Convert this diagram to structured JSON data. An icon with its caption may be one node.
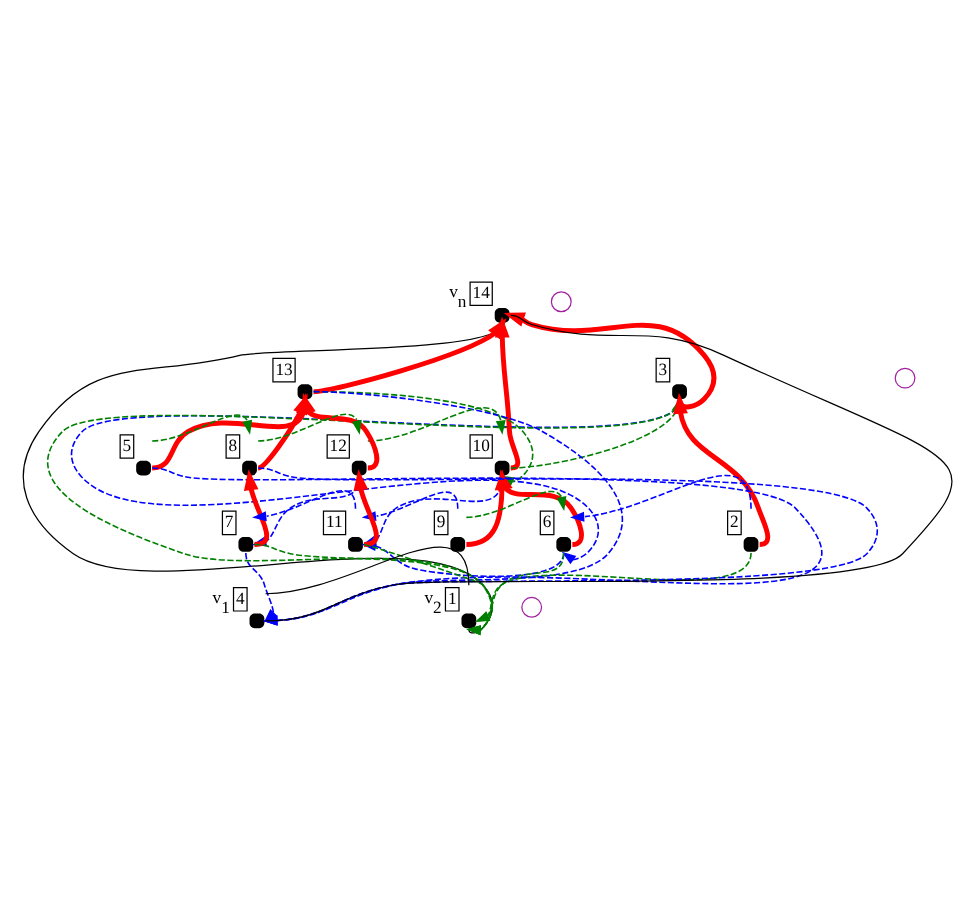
{
  "diagram": {
    "nodes": [
      {
        "text": [
          "v$_{n}$",
          "14"
        ]
      },
      {
        "text": [
          "3"
        ]
      },
      {
        "text": [
          "10"
        ]
      },
      {
        "text": [],
        "shape": "circle"
      },
      {
        "text": [
          "13"
        ]
      },
      {
        "text": [
          "6"
        ]
      },
      {
        "text": [
          "2"
        ]
      },
      {
        "text": [
          "12"
        ]
      },
      {
        "text": [],
        "shape": "circle"
      },
      {
        "text": [
          "9"
        ]
      },
      {
        "text": [
          "5"
        ]
      },
      {
        "text": [
          "8"
        ]
      },
      {
        "text": [],
        "shape": "circle"
      },
      {
        "text": [
          "7"
        ]
      },
      {
        "text": [
          "11"
        ]
      },
      {
        "text": [
          "v$_{1}$",
          "4"
        ]
      },
      {
        "text": [
          "v$_{2}$",
          "1"
        ]
      }
    ],
    "edges": [
      {
        "from": 10,
        "to": 4,
        "arrow": "to",
        "style": "thick",
        "color": "#ff0000"
      },
      {
        "from": 11,
        "to": 4,
        "arrow": "to",
        "style": "thick",
        "color": "#ff0000"
      },
      {
        "from": 7,
        "to": 4,
        "arrow": "to",
        "style": "thick",
        "color": "#ff0000"
      },
      {
        "from": 4,
        "to": 0,
        "arrow": "to",
        "style": "thick",
        "color": "#ff0000"
      },
      {
        "from": 2,
        "to": 0,
        "arrow": "to",
        "style": "thick",
        "color": "#ff0000"
      },
      {
        "from": 1,
        "to": 0,
        "arrow": "to",
        "style": "thick",
        "color": "#ff0000"
      },
      {
        "from": 9,
        "to": 2,
        "arrow": "to",
        "style": "thick",
        "color": "#ff0000"
      },
      {
        "from": 5,
        "to": 2,
        "arrow": "to",
        "style": "thick",
        "color": "#ff0000"
      },
      {
        "from": 14,
        "to": 7,
        "arrow": "to",
        "style": "thick",
        "color": "#ff0000"
      },
      {
        "from": 13,
        "to": 11,
        "arrow": "to",
        "style": "thick",
        "color": "#ff0000"
      },
      {
        "from": 6,
        "to": 1,
        "arrow": "to",
        "style": "thick",
        "color": "#ff0000"
      },
      {
        "from": 4,
        "to": 15,
        "arrow": "to",
        "style": "dashed",
        "color": "#0000ff"
      },
      {
        "from": 10,
        "to": 15,
        "arrow": "to",
        "style": "dashed",
        "color": "#0000ff"
      },
      {
        "from": 11,
        "to": 15,
        "arrow": "to",
        "style": "dashed",
        "color": "#0000ff"
      },
      {
        "from": 13,
        "to": 15,
        "arrow": "to",
        "style": "dashed",
        "color": "#0000ff"
      },
      {
        "from": 14,
        "to": 13,
        "arrow": "to",
        "style": "dashed",
        "color": "#0000ff"
      },
      {
        "from": 7,
        "to": 13,
        "arrow": "to",
        "style": "dashed",
        "color": "#0000ff"
      },
      {
        "from": 2,
        "to": 14,
        "arrow": "to",
        "style": "dashed",
        "color": "#0000ff"
      },
      {
        "from": 9,
        "to": 14,
        "arrow": "to",
        "style": "dashed",
        "color": "#0000ff"
      },
      {
        "from": 5,
        "to": 14,
        "arrow": "to",
        "style": "dashed",
        "color": "#0000ff"
      },
      {
        "from": 1,
        "to": 5,
        "arrow": "to",
        "style": "dashed",
        "color": "#0000ff"
      },
      {
        "from": 6,
        "to": 5,
        "arrow": "to",
        "style": "dashed",
        "color": "#0000ff"
      },
      {
        "from": 4,
        "to": 2,
        "arrow": "to",
        "style": "dashed",
        "color": "#008000"
      },
      {
        "from": 2,
        "to": 1,
        "arrow": "to",
        "style": "dashed",
        "color": "#008000"
      },
      {
        "from": 7,
        "to": 2,
        "arrow": "to",
        "style": "dashed",
        "color": "#008000"
      },
      {
        "from": 11,
        "to": 7,
        "arrow": "to",
        "style": "dashed",
        "color": "#008000"
      },
      {
        "from": 10,
        "to": 11,
        "arrow": "to",
        "style": "dashed",
        "color": "#008000"
      },
      {
        "from": 9,
        "to": 5,
        "arrow": "to",
        "style": "dashed",
        "color": "#008000"
      },
      {
        "from": 13,
        "to": 16,
        "arrow": "to",
        "style": "dashed",
        "color": "#008000"
      },
      {
        "from": 14,
        "to": 16,
        "arrow": "to",
        "style": "dashed",
        "color": "#008000"
      },
      {
        "from": 5,
        "to": 16,
        "arrow": "to",
        "style": "dashed",
        "color": "#008000"
      },
      {
        "from": 6,
        "to": 16,
        "arrow": "to",
        "style": "dashed",
        "color": "#008000"
      },
      {
        "from": 1,
        "to": 16,
        "arrow": "to",
        "style": "dashed",
        "color": "#008000"
      },
      {
        "from": 15,
        "to": 0,
        "arrow": "none",
        "color": "#000000"
      },
      {
        "from": 0,
        "to": 16,
        "arrow": "none",
        "color": "#000000"
      },
      {
        "from": 15,
        "to": 16,
        "arrow": "none",
        "color": "#000000"
      }
    ]
  }
}
